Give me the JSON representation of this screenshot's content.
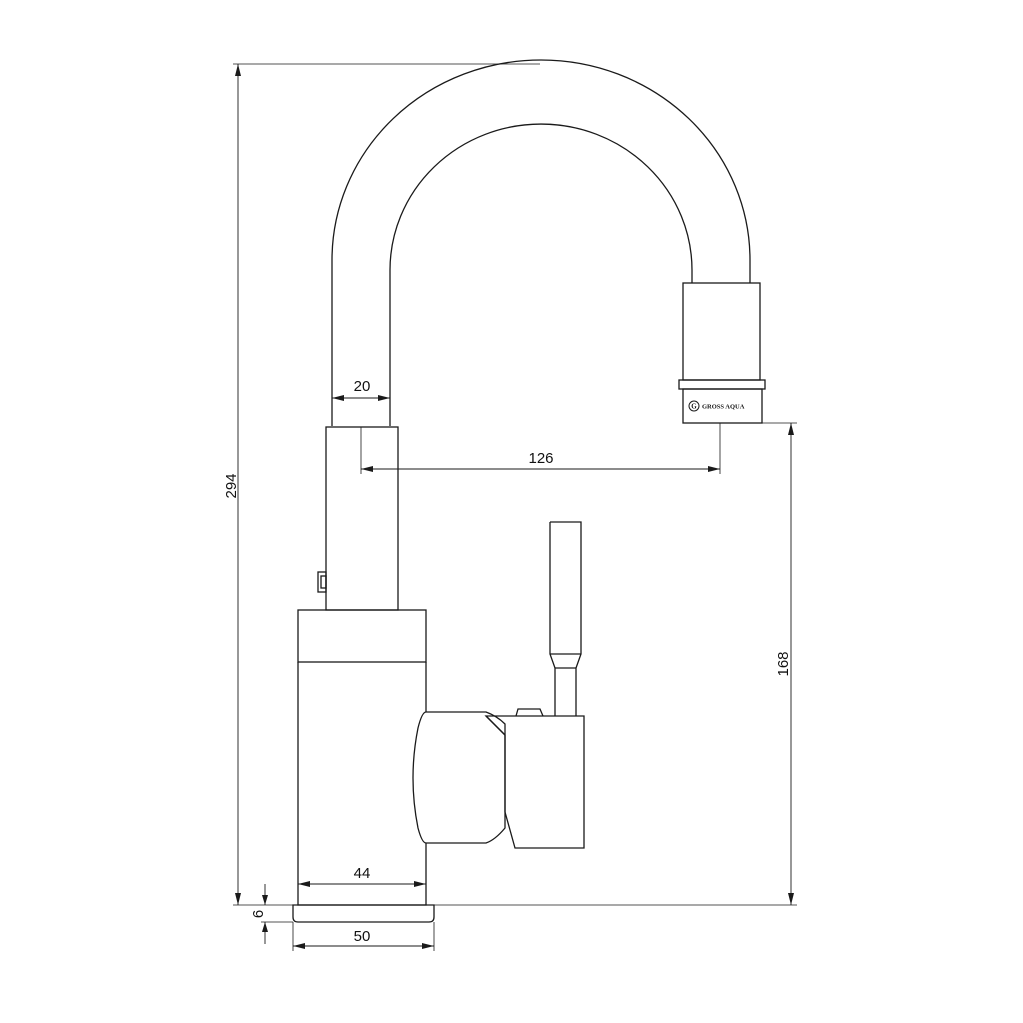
{
  "dimensions": {
    "spout_diameter": "20",
    "spout_reach": "126",
    "total_height": "294",
    "outlet_height": "168",
    "body_width": "44",
    "base_thickness": "6",
    "base_width": "50"
  },
  "brand": {
    "logo_mark": "G",
    "logo_text": "GROSS AQUA"
  }
}
